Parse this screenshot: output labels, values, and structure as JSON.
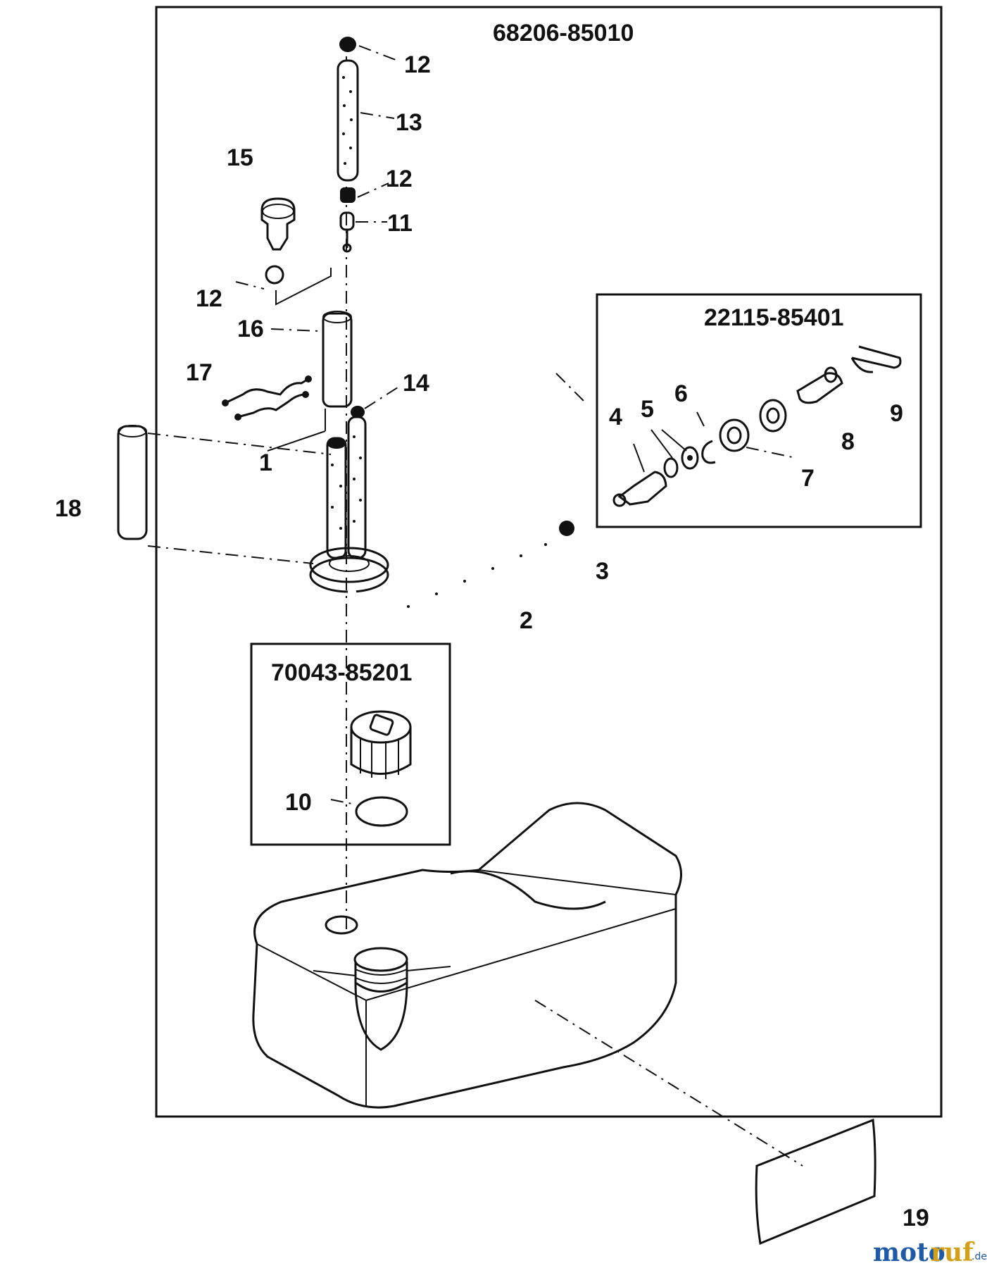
{
  "assemblies": {
    "main_part_number": "68206-85010",
    "valve_kit_part_number": "22115-85401",
    "cap_kit_part_number": "70043-85201"
  },
  "callouts": {
    "c1": "1",
    "c2": "2",
    "c3": "3",
    "c4": "4",
    "c5": "5",
    "c6": "6",
    "c7": "7",
    "c8": "8",
    "c9": "9",
    "c10": "10",
    "c11": "11",
    "c12a": "12",
    "c12b": "12",
    "c12c": "12",
    "c13": "13",
    "c14": "14",
    "c15": "15",
    "c16": "16",
    "c17": "17",
    "c18": "18",
    "c19": "19"
  },
  "watermark": {
    "brand_moto": "moto",
    "brand_ruf": "ruf",
    "suffix": ".de",
    "colors": {
      "moto": "#1f5aa6",
      "ruf": "#d4a017"
    }
  }
}
